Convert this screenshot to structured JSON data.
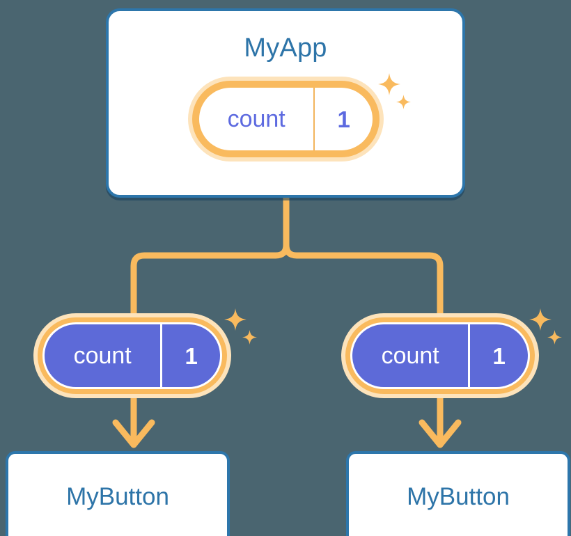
{
  "diagram": {
    "type": "component-state-tree",
    "background_color": "#4a6570",
    "accent_blue": "#2d76ab",
    "accent_orange": "#f9ba5e",
    "accent_orange_soft": "#fde3bb",
    "accent_purple": "#5d6ad8"
  },
  "app_card": {
    "title": "MyApp",
    "state": {
      "key": "count",
      "value": "1"
    }
  },
  "buttons": [
    {
      "label": "MyButton",
      "state": {
        "key": "count",
        "value": "1"
      }
    },
    {
      "label": "MyButton",
      "state": {
        "key": "count",
        "value": "1"
      }
    }
  ],
  "icons": {
    "sparkle_large": "sparkle-icon",
    "sparkle_small": "sparkle-small-icon",
    "arrow_down": "arrow-down-icon",
    "branch_connector": "branch-connector-icon"
  }
}
